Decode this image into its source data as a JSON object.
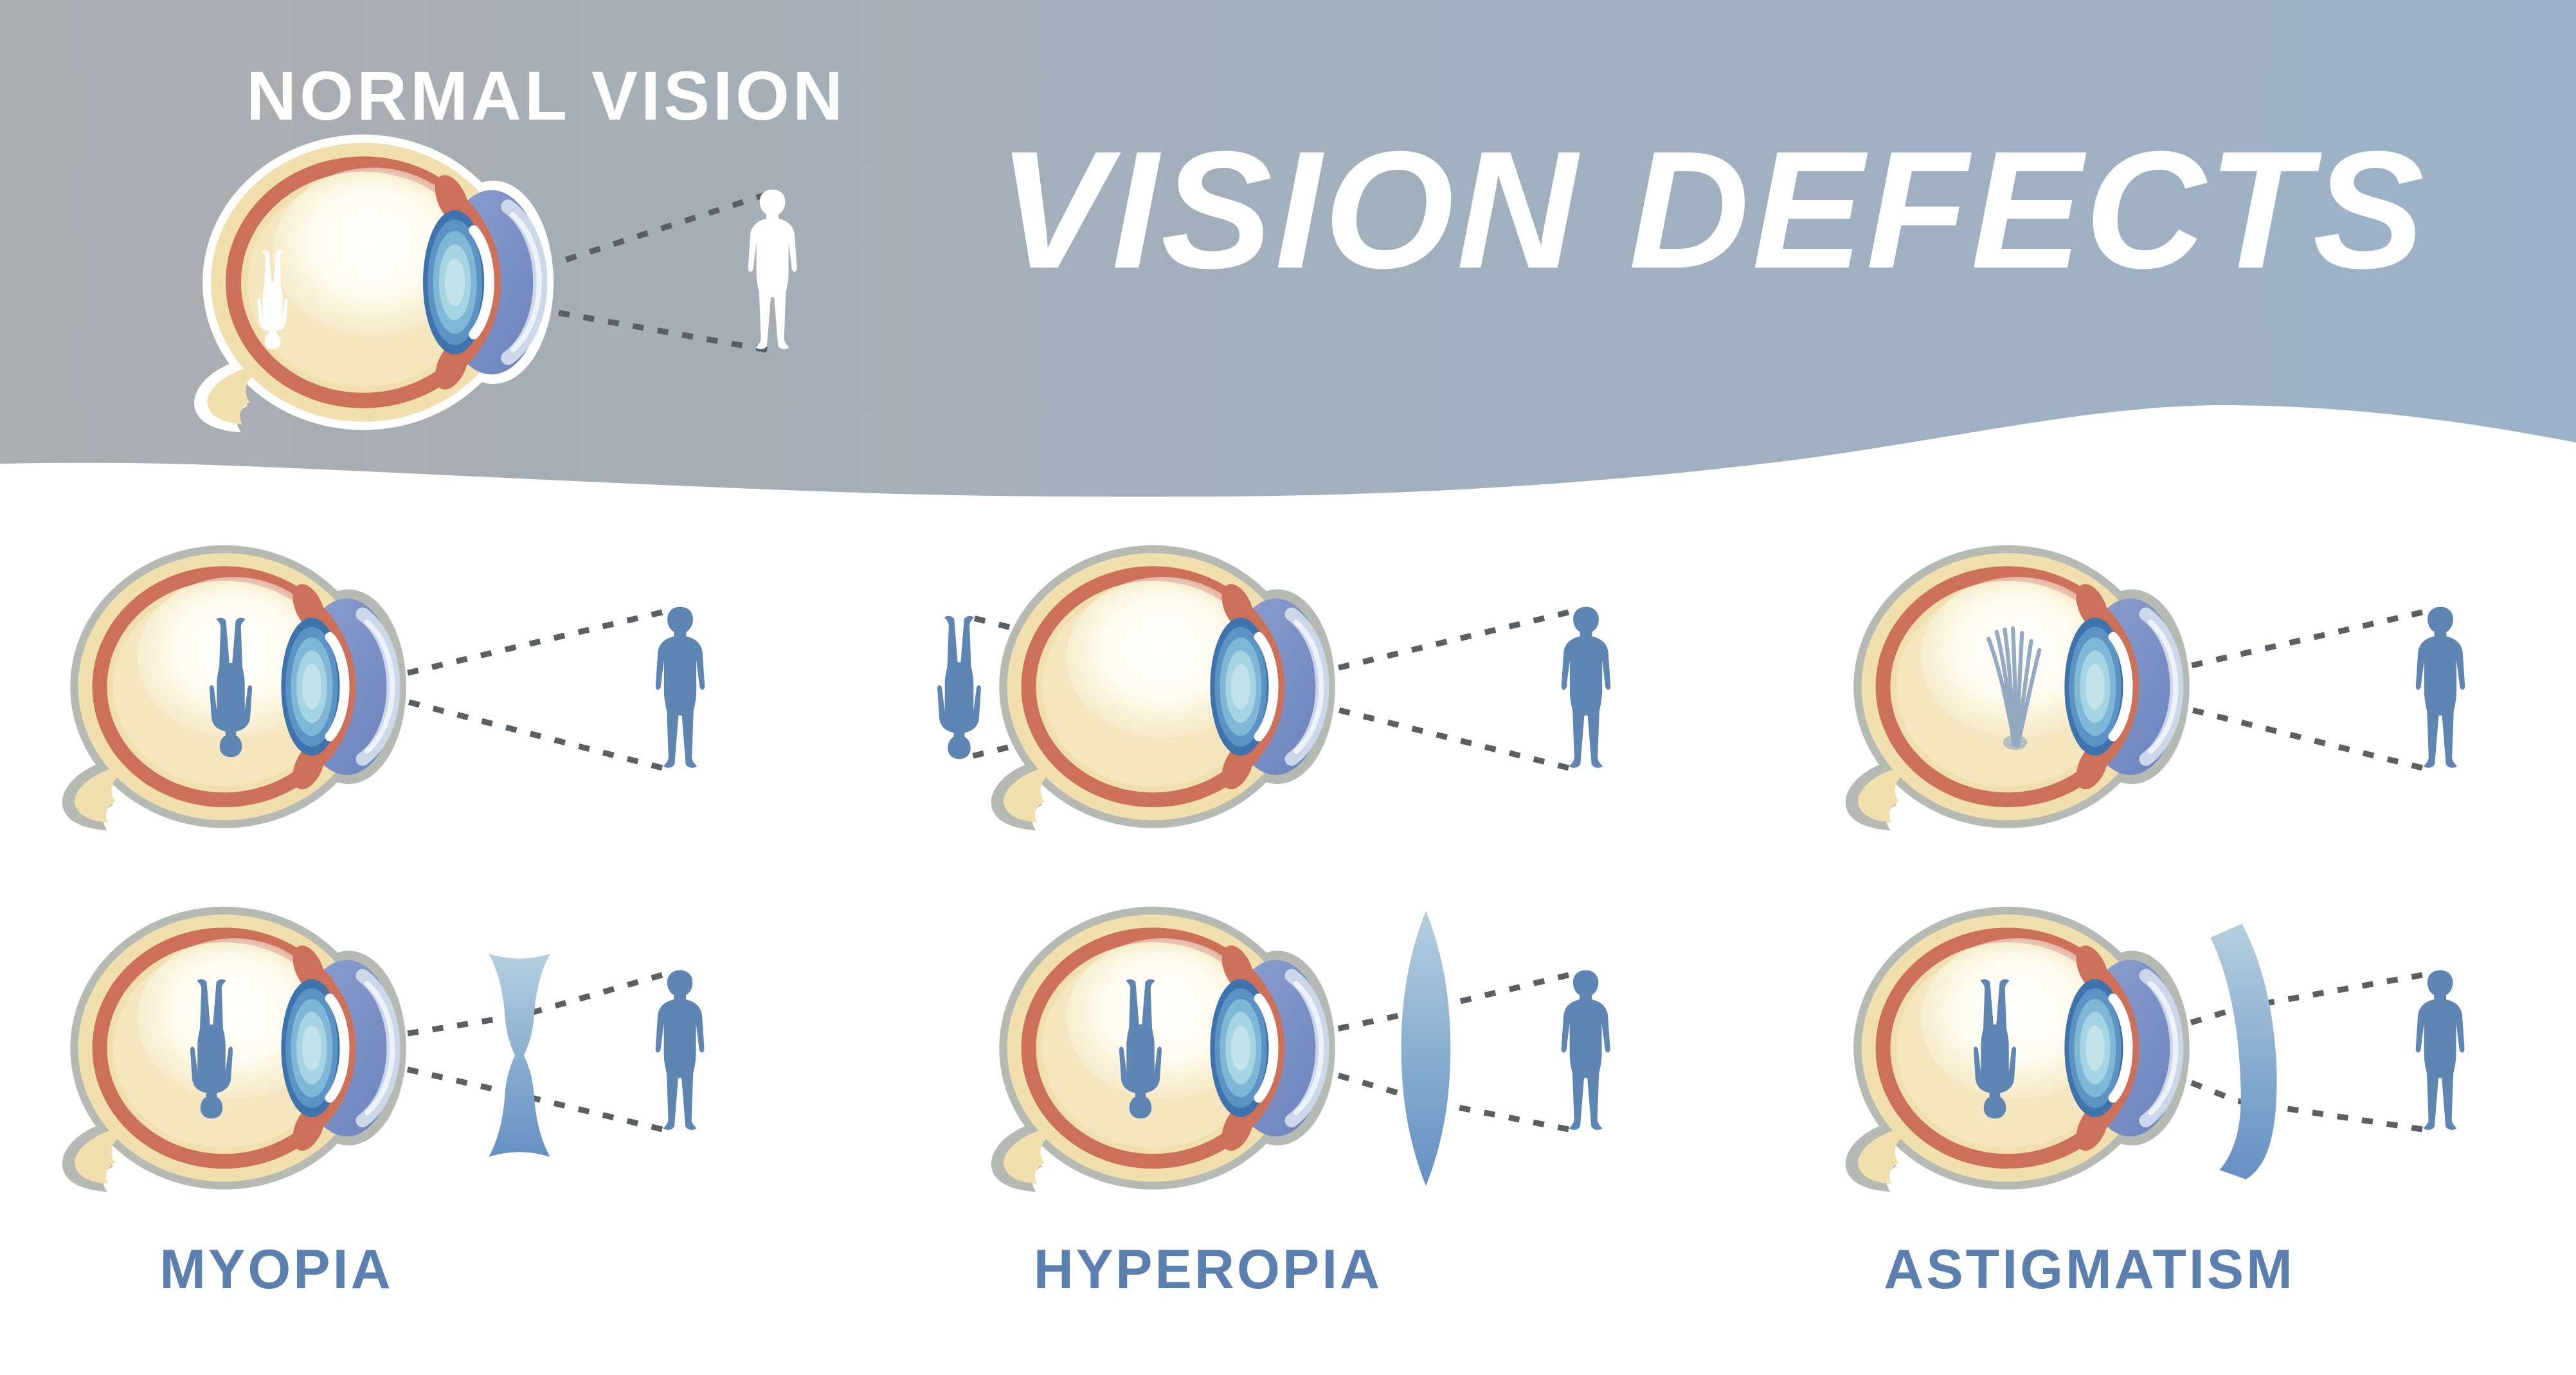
{
  "title": "VISION DEFECTS",
  "normal_vision": {
    "label": "NORMAL VISION"
  },
  "defects": [
    {
      "name": "myopia",
      "label": "MYOPIA",
      "row1": "uncorrected-eye-focus-in-front-of-retina",
      "row2_correction_lens": "concave-lens"
    },
    {
      "name": "hyperopia",
      "label": "HYPEROPIA",
      "row1": "uncorrected-eye-focus-behind-retina",
      "row2_correction_lens": "convex-lens"
    },
    {
      "name": "astigmatism",
      "label": "ASTIGMATISM",
      "row1": "uncorrected-eye-blurred-image",
      "row2_correction_lens": "cylindrical-lens"
    }
  ],
  "colors": {
    "banner_gradient_left": "#a9aeb0",
    "banner_gradient_right": "#9cb2c8",
    "title_text": "#ffffff",
    "defect_label": "#5b7fae",
    "person_silhouette": "#5f86b2",
    "normal_person": "#ffffff",
    "ray_dotted": "#5a5f63",
    "eye_sclera_cream": "#f1dfae",
    "eye_choroid_red": "#cc705a",
    "eye_outline_gray": "#b5bab3",
    "eye_outline_white": "#ffffff",
    "cornea_blue": "#7a8ec6",
    "lens_blue": "#5d92c5",
    "corrective_lens_blue": "#6590c2",
    "background": "#ffffff"
  },
  "icons": [
    {
      "name": "eye-cross-section-diagram"
    },
    {
      "name": "person-silhouette"
    },
    {
      "name": "inverted-retinal-image"
    },
    {
      "name": "blurred-retinal-image"
    },
    {
      "name": "concave-lens-icon"
    },
    {
      "name": "convex-lens-icon"
    },
    {
      "name": "cylindrical-lens-icon"
    }
  ]
}
